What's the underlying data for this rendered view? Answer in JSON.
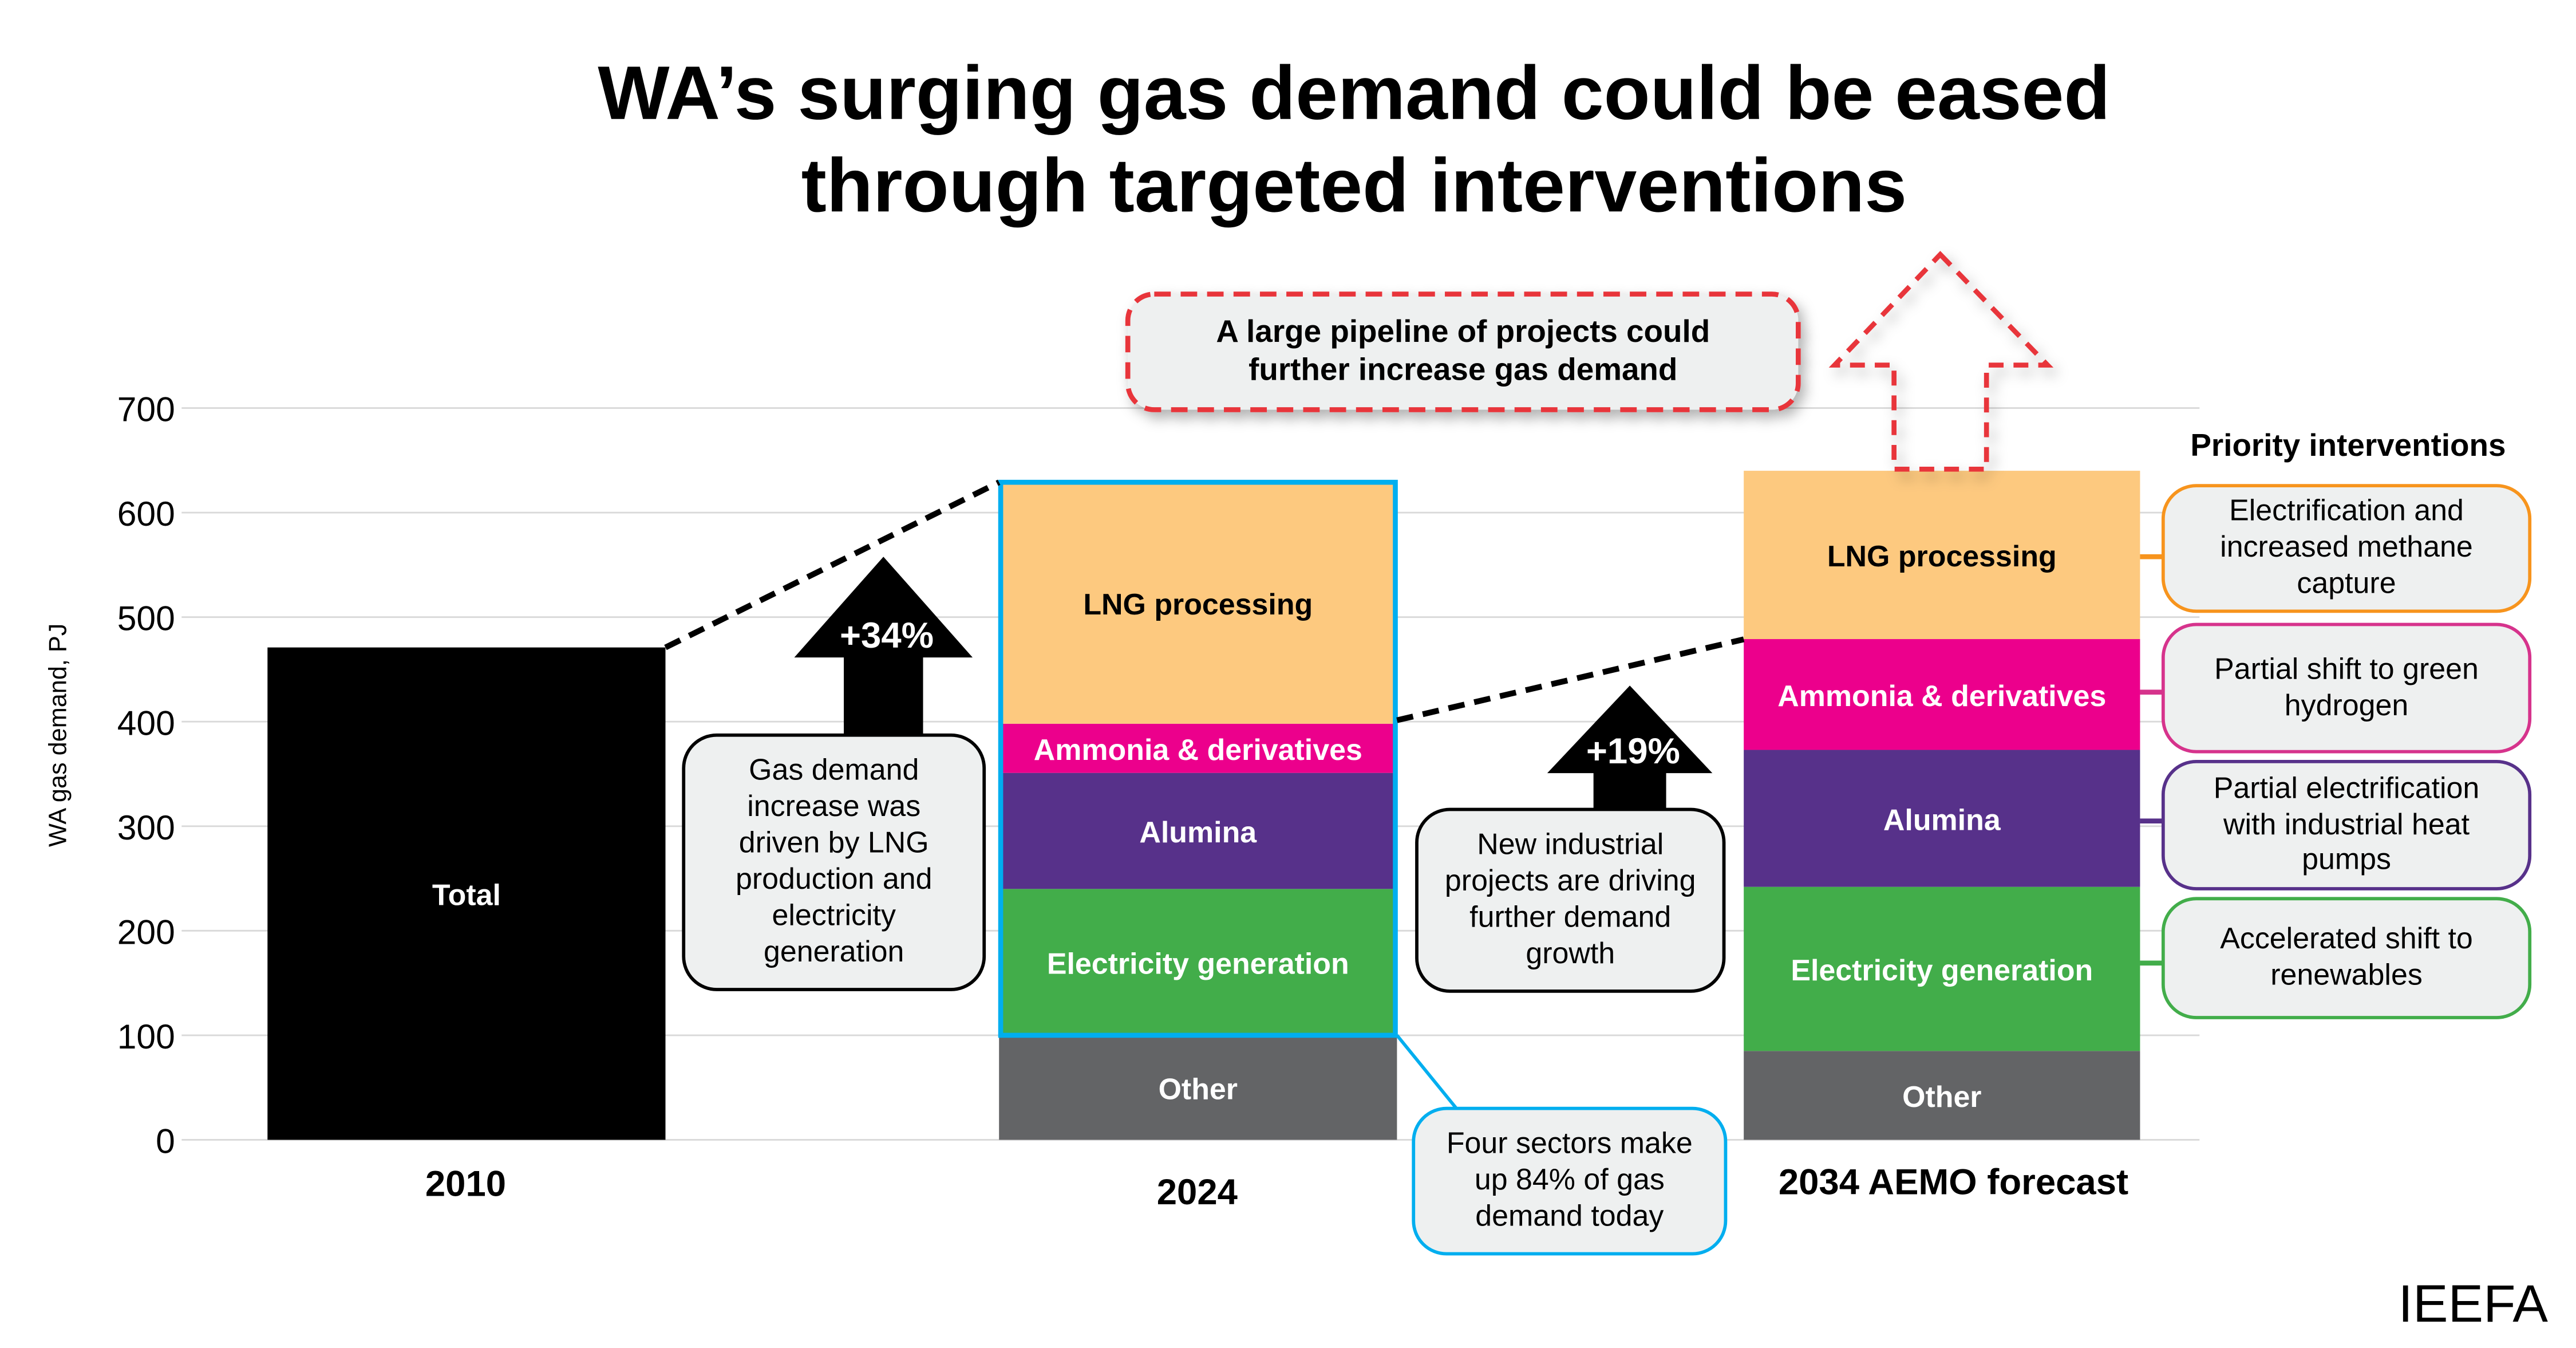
{
  "chart_data": {
    "type": "bar",
    "stacked": true,
    "title": [
      "WA’s surging gas demand could be eased",
      "through targeted interventions"
    ],
    "ylabel": "WA gas demand, PJ",
    "ylim": [
      0,
      700
    ],
    "yticks": [
      0,
      100,
      200,
      300,
      400,
      500,
      600,
      700
    ],
    "grid": true,
    "categories": [
      "2010",
      "2024",
      "2034 AEMO forecast"
    ],
    "series": [
      {
        "name": "Total",
        "color": "#000000",
        "text_color": "#ffffff",
        "values": [
          471,
          null,
          null
        ]
      },
      {
        "name": "Other",
        "color": "#636466",
        "text_color": "#ffffff",
        "values": [
          null,
          100,
          85
        ]
      },
      {
        "name": "Electricity generation",
        "color": "#42AD4A",
        "text_color": "#ffffff",
        "values": [
          null,
          140,
          157
        ]
      },
      {
        "name": "Alumina",
        "color": "#57318A",
        "text_color": "#ffffff",
        "values": [
          null,
          111,
          131
        ]
      },
      {
        "name": "Ammonia & derivatives",
        "color": "#EC008C",
        "text_color": "#ffffff",
        "values": [
          null,
          47,
          106
        ]
      },
      {
        "name": "LNG processing",
        "color": "#FDC97F",
        "text_color": "#000000",
        "values": [
          null,
          231,
          161
        ]
      }
    ],
    "growth_labels": [
      "+34%",
      "+19%"
    ],
    "annotations": {
      "growth_2010_2024": "Gas demand increase was driven by LNG production and electricity generation",
      "growth_2024_2034": "New industrial projects are driving further demand growth",
      "four_sectors": "Four sectors make up 84% of gas demand today",
      "pipeline": "A large pipeline of projects could further increase gas demand"
    },
    "interventions_title": "Priority interventions",
    "interventions": [
      {
        "text": "Electrification and increased methane capture",
        "color": "#F7941D"
      },
      {
        "text": "Partial shift to green hydrogen",
        "color": "#D6338C"
      },
      {
        "text": "Partial electrification with industrial heat pumps",
        "color": "#57318A"
      },
      {
        "text": "Accelerated shift to renewables",
        "color": "#42AD4A"
      }
    ],
    "highlight_color": "#00AEEF",
    "pipeline_color": "#E8343A"
  },
  "brand": "IEEFA"
}
